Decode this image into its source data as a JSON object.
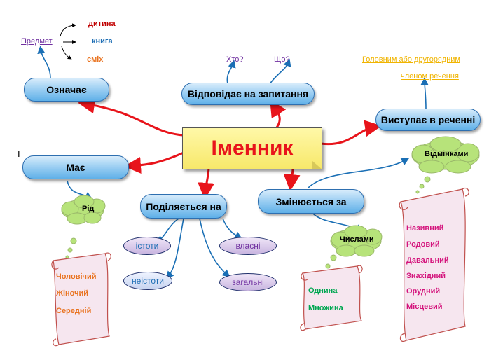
{
  "center": "Іменник",
  "nodes": {
    "oznachaie": "Означає",
    "vidpovidaie": "Відповідає на запитання",
    "vystupaie": "Виступає в реченні",
    "maie": "Має",
    "podiliaietsia": "Поділяється на",
    "zminiuietsia": "Змінюється за"
  },
  "predmet": {
    "label": "Предмет",
    "examples": [
      "дитина",
      "книга",
      "сміх"
    ]
  },
  "questions": [
    "Хто?",
    "Що?"
  ],
  "role": [
    "Головним або другорядним",
    "членом речення"
  ],
  "cloud_rid": "Рід",
  "genders": [
    "Чоловічий",
    "Жіночий",
    "Середній"
  ],
  "subdivisions": [
    "істоти",
    "неістоти",
    "власні",
    "загальні"
  ],
  "cloud_chyslamy": "Числами",
  "numbers": [
    "Однина",
    "Множина"
  ],
  "cloud_vidminkamy": "Відмінками",
  "cases": [
    "Називний",
    "Родовий",
    "Давальний",
    "Знахідний",
    "Орудний",
    "Місцевий"
  ],
  "cursor_mark": "I",
  "colors": {
    "red_arrow": "#e8141b",
    "blue_arrow": "#1a6fb5",
    "purple": "#7030a0",
    "orange": "#e97320",
    "green": "#00a651",
    "magenta": "#d4147c",
    "gold": "#f0b400"
  }
}
